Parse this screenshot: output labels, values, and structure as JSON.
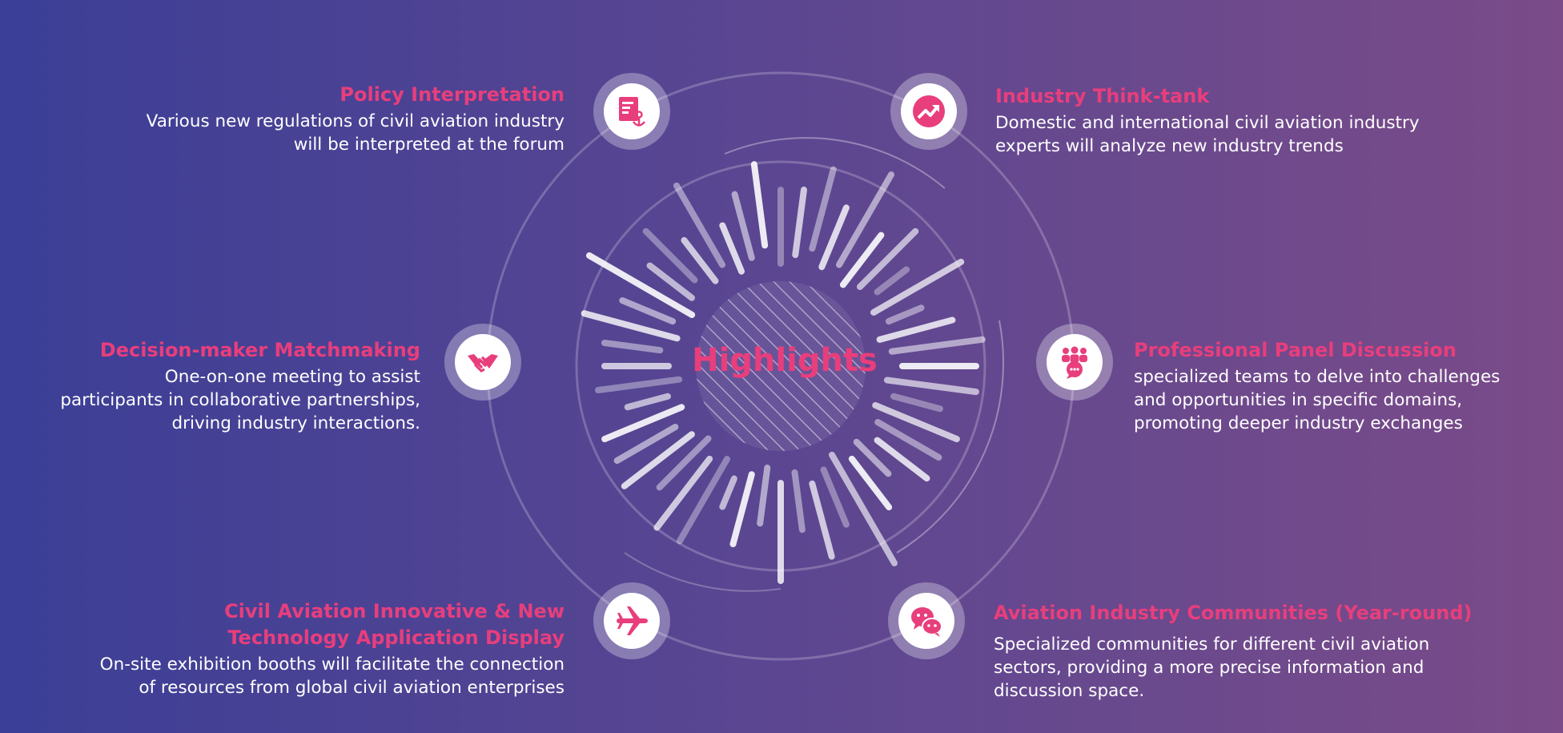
{
  "colors": {
    "accent": "#e83e7c",
    "text": "#ffffff",
    "bg_left": "#3b3f97",
    "bg_right": "#7a4b88"
  },
  "center": {
    "label": "Highlights"
  },
  "features": {
    "policy": {
      "title": "Policy Interpretation",
      "desc": "Various new regulations of civil aviation industry\nwill be interpreted at the forum",
      "icon": "document-anchor-icon"
    },
    "thinktank": {
      "title": "Industry Think-tank",
      "desc": "Domestic and international civil aviation industry\nexperts will analyze new industry trends",
      "icon": "trend-up-icon"
    },
    "matchmaking": {
      "title": "Decision-maker Matchmaking",
      "desc": "One-on-one meeting to assist\nparticipants in collaborative partnerships,\ndriving industry interactions.",
      "icon": "handshake-icon"
    },
    "panel": {
      "title": "Professional Panel Discussion",
      "desc": "specialized teams to delve into challenges\nand opportunities in specific domains,\npromoting deeper industry exchanges",
      "icon": "group-chat-icon"
    },
    "innovation": {
      "title": "Civil Aviation Innovative & New\nTechnology Application Display",
      "desc": "On-site exhibition booths will facilitate the connection\nof resources from global civil aviation enterprises",
      "icon": "airplane-icon"
    },
    "communities": {
      "title": "Aviation Industry Communities (Year-round)",
      "desc": "Specialized communities for different civil aviation\nsectors, providing a more precise information and\ndiscussion space.",
      "icon": "wechat-icon"
    }
  }
}
